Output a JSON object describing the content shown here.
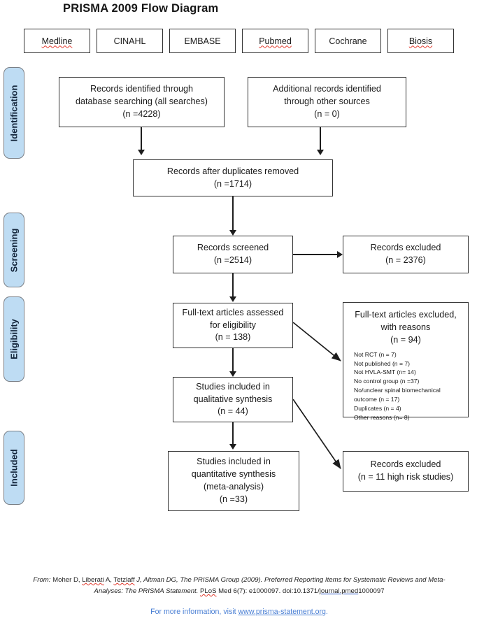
{
  "title": "PRISMA 2009 Flow Diagram",
  "databases": [
    {
      "label": "Medline",
      "misspelled": true
    },
    {
      "label": "CINAHL",
      "misspelled": false
    },
    {
      "label": "EMBASE",
      "misspelled": false
    },
    {
      "label": "Pubmed",
      "misspelled": true
    },
    {
      "label": "Cochrane",
      "misspelled": false
    },
    {
      "label": "Biosis",
      "misspelled": true
    }
  ],
  "phases": [
    {
      "key": "identification",
      "label": "Identification"
    },
    {
      "key": "screening",
      "label": "Screening"
    },
    {
      "key": "eligibility",
      "label": "Eligibility"
    },
    {
      "key": "included",
      "label": "Included"
    }
  ],
  "nodes": {
    "records_identified": {
      "lines": [
        "Records identified through",
        "database searching (all searches)",
        "(n =4228)"
      ]
    },
    "additional_records": {
      "lines": [
        "Additional records identified",
        "through other sources",
        "(n = 0)"
      ]
    },
    "duplicates_removed": {
      "lines": [
        "Records after duplicates removed",
        "(n =1714)"
      ]
    },
    "records_screened": {
      "lines": [
        "Records screened",
        "(n =2514)"
      ]
    },
    "records_excluded_screening": {
      "lines": [
        "Records excluded",
        "(n = 2376)"
      ]
    },
    "fulltext_assessed": {
      "lines": [
        "Full-text articles assessed",
        "for eligibility",
        "(n = 138)"
      ]
    },
    "fulltext_excluded": {
      "heading": [
        "Full-text articles excluded,",
        "with reasons",
        "(n = 94)"
      ],
      "reasons": [
        "Not RCT (n = 7)",
        "Not published (n = 7)",
        "Not HVLA-SMT (n= 14)",
        "No control group (n =37)",
        "No/unclear spinal biomechanical",
        "outcome (n = 17)",
        "Duplicates (n = 4)",
        "Other reasons (n= 8)"
      ]
    },
    "qualitative_synthesis": {
      "lines": [
        "Studies included in",
        "qualitative synthesis",
        "(n = 44)"
      ]
    },
    "quantitative_synthesis": {
      "lines": [
        "Studies included in",
        "quantitative synthesis",
        "(meta-analysis)",
        "(n =33)"
      ]
    },
    "records_excluded_quality": {
      "lines": [
        "Records excluded",
        "(n = 11 high risk studies)"
      ]
    }
  },
  "footer": {
    "credit_prefix": "From:",
    "credit_line1_a": "Moher D, ",
    "credit_line1_b": "Liberati",
    "credit_line1_c": " A, ",
    "credit_line1_d": "Tetzlaff",
    "credit_line1_e": " J, Altman DG, The PRISMA Group (2009). Preferred Reporting Items for Systematic Reviews and Meta-",
    "credit_line2_a": "Analyses: The PRISMA Statement. ",
    "credit_line2_b": "PLoS",
    "credit_line2_c": " Med 6(7): e1000097. doi:10.1371/",
    "credit_line2_d": "journal.pmed",
    "credit_line2_e": "1000097",
    "more_prefix": "For more information, visit ",
    "more_link": "www.prisma-statement.org",
    "more_suffix": "."
  },
  "colors": {
    "phase_fill": "#bedcf3",
    "phase_border": "#7a7f86",
    "box_border": "#333333",
    "link": "#4a7fd4",
    "spellcheck": "#e23b2e"
  }
}
